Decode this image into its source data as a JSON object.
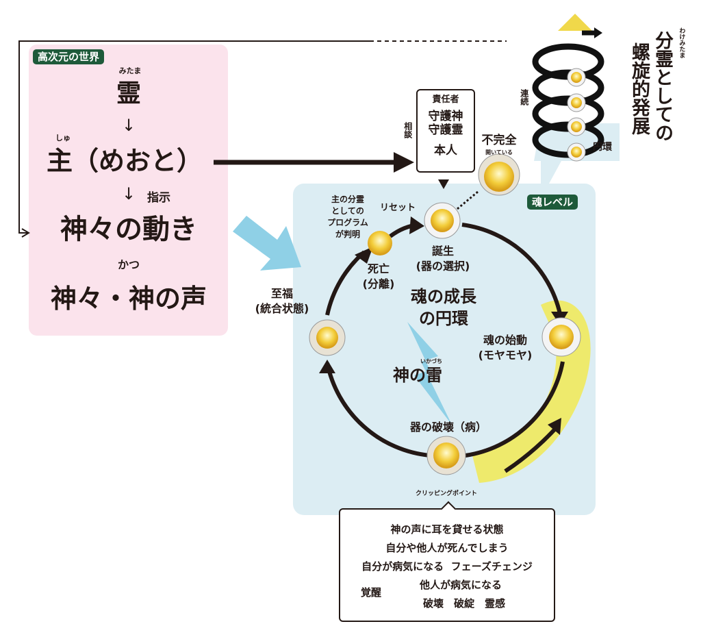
{
  "upper_world": {
    "badge": "高次元の世界",
    "rei_ruby": "みたま",
    "rei": "霊",
    "arrow1": "↓",
    "shu_ruby": "しゅ",
    "shu": "主（めおと）",
    "arrow2": "↓",
    "instruction": "指示",
    "movement": "神々の動き",
    "katsu": "かつ",
    "voice": "神々・神の声"
  },
  "responsibility_box": {
    "title": "責任者",
    "line1": "守護神",
    "line2": "守護霊",
    "line3": "本人",
    "consult": "相談"
  },
  "incomplete": {
    "title": "不完全",
    "sub": "開いている"
  },
  "spiral": {
    "title_ruby": "わけみたま",
    "title_col1": "分霊としての",
    "title_col2": "螺旋的発展",
    "continuous": "連続",
    "circle": "円環"
  },
  "soul_panel": {
    "badge": "魂レベル",
    "center_line1": "魂の成長",
    "center_line2": "の円環",
    "birth": "誕生",
    "birth_sub": "(器の選択)",
    "start": "魂の始動",
    "start_sub": "(モヤモヤ)",
    "destroy": "器の破壊（病）",
    "bliss": "至福",
    "bliss_sub": "(統合状態)",
    "death": "死亡",
    "death_sub": "(分離)",
    "reset": "リセット",
    "program": [
      "主の分霊",
      "としての",
      "プログラム",
      "が判明"
    ],
    "thunder_ruby": "いかづち",
    "thunder": "神の雷",
    "clipping": "クリッピングポイント"
  },
  "bottom_box": {
    "line1": "神の声に耳を貸せる状態",
    "line2": "自分や他人が死んでしまう",
    "line3": "自分が病気になる  フェーズチェンジ",
    "line4": "他人が病気になる",
    "awakening": "覚醒",
    "line5": "破壊　破綻　霊感"
  },
  "colors": {
    "pink": "#fbe3ec",
    "panel": "#dcedf3",
    "badge": "#1e5a3a",
    "yellow": "#eeea6c",
    "blue_arrow": "#8fd0e6"
  }
}
